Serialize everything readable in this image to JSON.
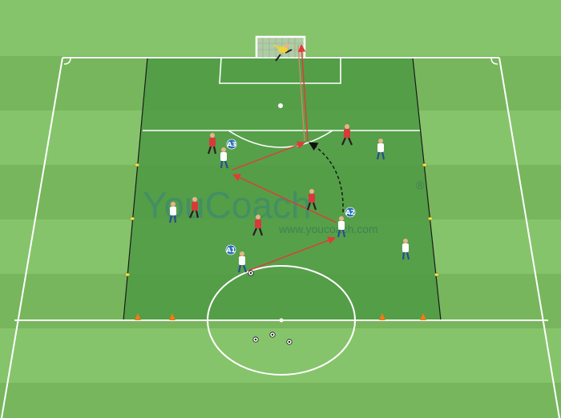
{
  "watermark": {
    "logo_text": "YouCoach",
    "url": "www.youcoach.com",
    "registered_mark": "®"
  },
  "player_labels": {
    "a1": "A1",
    "a2": "A2",
    "a3": "A3"
  },
  "colors": {
    "grass_light": "#85c36a",
    "grass_dark": "#76b55c",
    "drill_area": "#4f9a45",
    "team_red": "#d83a3a",
    "team_white": "#ffffff",
    "arrow": "#e23a3a",
    "label_badge": "#2a6fb5",
    "goalkeeper": "#f2d13a",
    "cone": "#f07a1a",
    "marker": "#f3e33a"
  },
  "icons": [
    "soccer-ball-icon",
    "cone-icon",
    "marker-icon",
    "goal-icon"
  ]
}
